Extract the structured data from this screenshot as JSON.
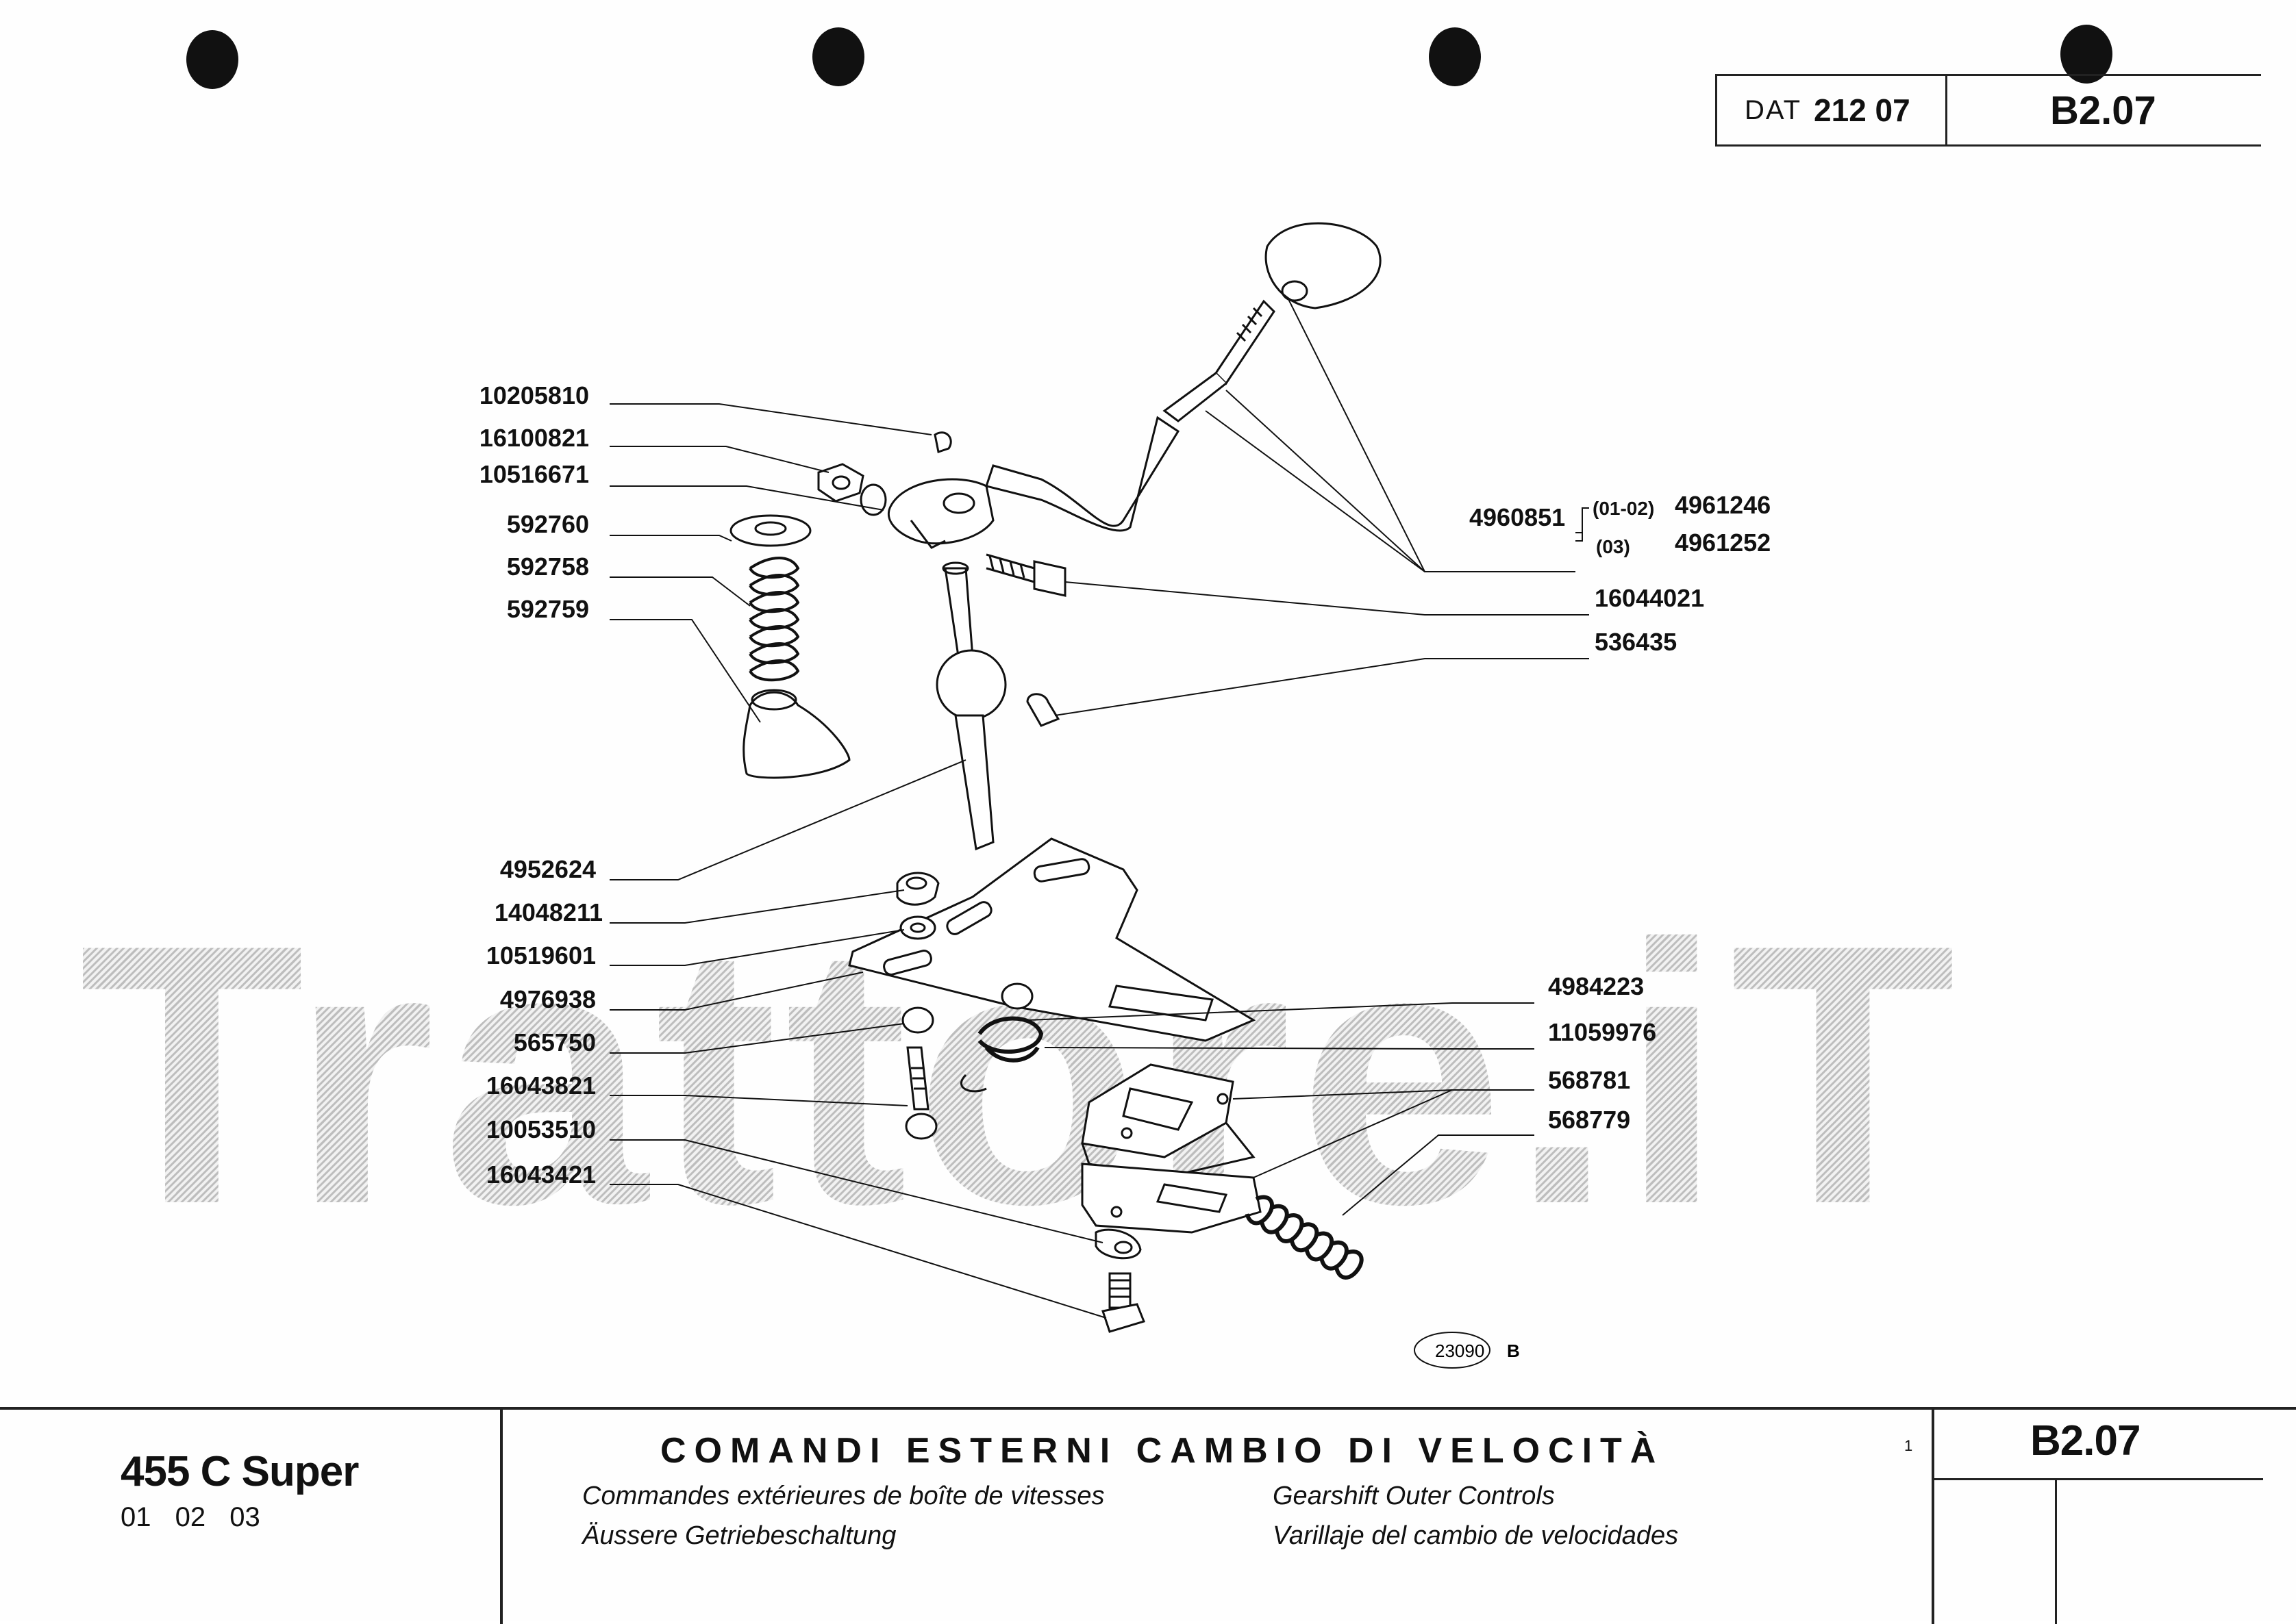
{
  "header": {
    "dat_prefix": "DAT",
    "dat_number": "212 07",
    "page_code": "B2.07"
  },
  "watermark": "Trattore.iT",
  "drawing_ref": {
    "number": "23090",
    "suffix": "B"
  },
  "callouts_left": [
    "10205810",
    "16100821",
    "10516671",
    "592760",
    "592758",
    "592759",
    "4952624",
    "14048211",
    "10519601",
    "4976938",
    "565750",
    "16043821",
    "10053510",
    "16043421"
  ],
  "callouts_right": {
    "main": "4960851",
    "variant_a_code": "(01-02)",
    "variant_a_part": "4961246",
    "variant_b_code": "(03)",
    "variant_b_part": "4961252",
    "bolt": "16044021",
    "pin": "536435",
    "lower": [
      "4984223",
      "11059976",
      "568781",
      "568779"
    ]
  },
  "footer": {
    "model": "455 C Super",
    "model_codes": "01 02 03",
    "title_it": "COMANDI ESTERNI CAMBIO DI VELOCITÀ",
    "title_fr": "Commandes extérieures de boîte de vitesses",
    "title_en": "Gearshift Outer Controls",
    "title_de": "Äussere Getriebeschaltung",
    "title_es": "Varillaje del cambio de velocidades",
    "sheet_index": "1",
    "page_code": "B2.07"
  }
}
